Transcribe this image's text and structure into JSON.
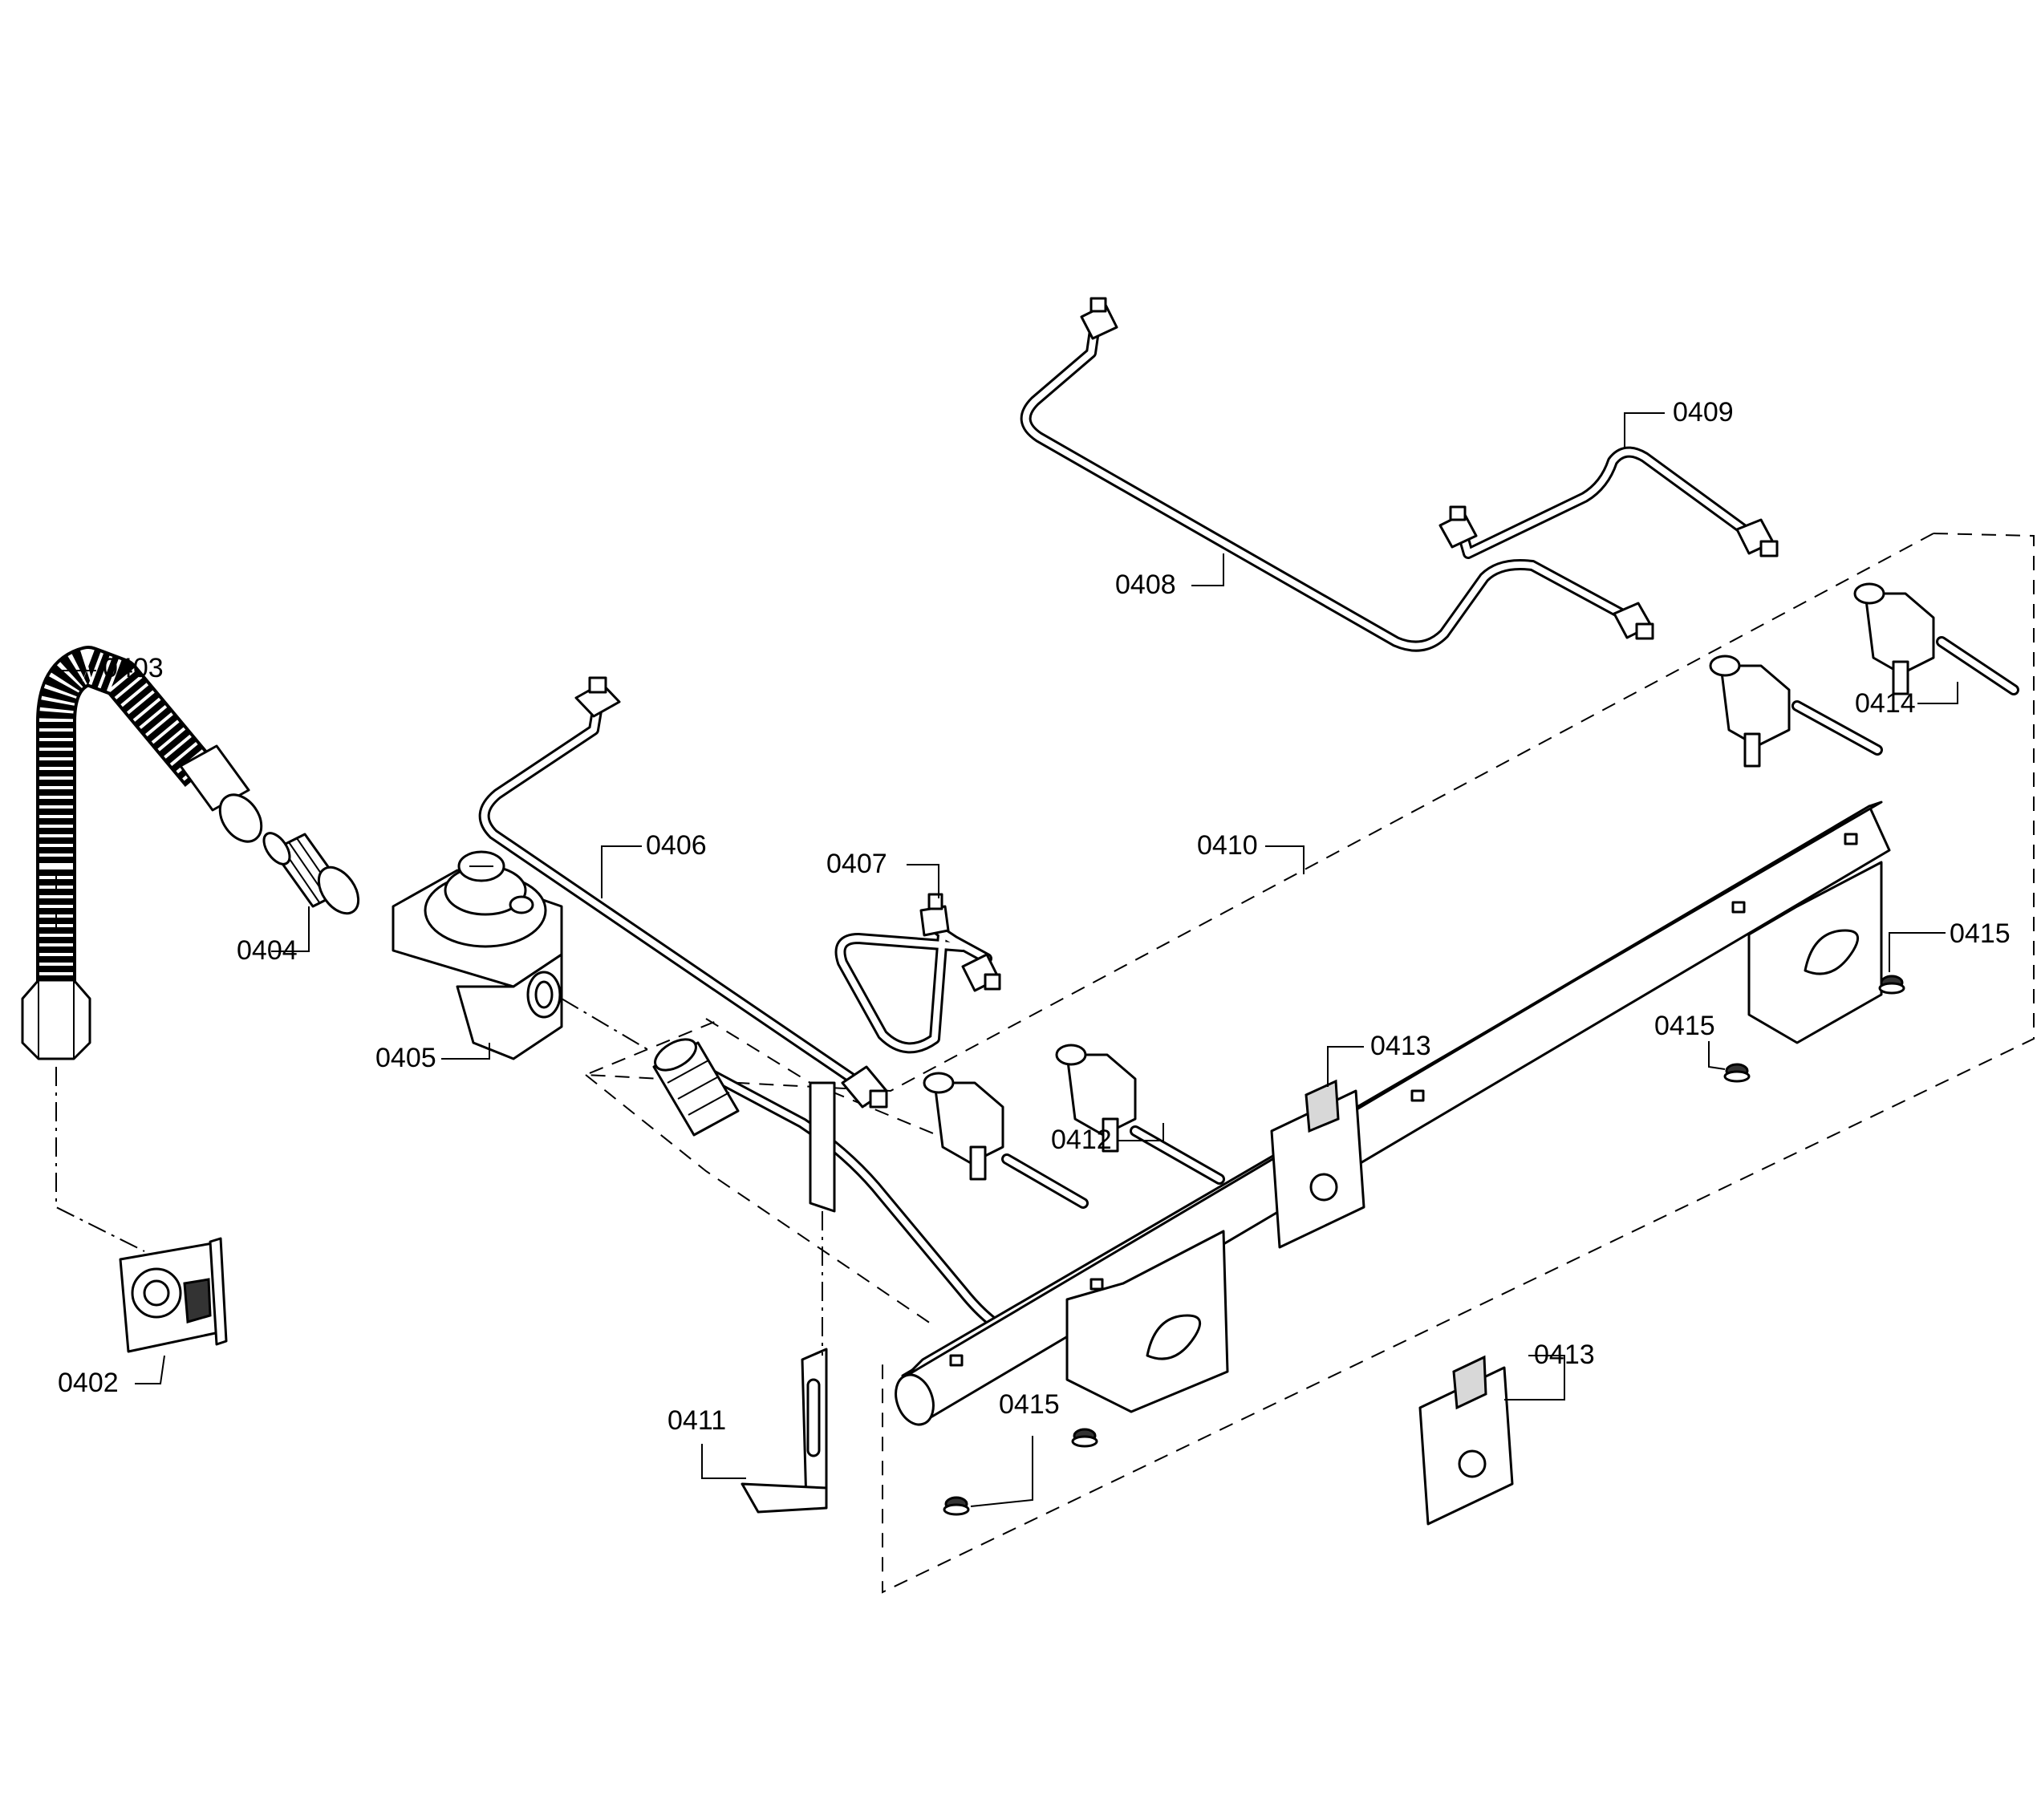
{
  "callouts": {
    "p0402": "0402",
    "p0403": "0403",
    "p0404": "0404",
    "p0405": "0405",
    "p0406": "0406",
    "p0407": "0407",
    "p0408": "0408",
    "p0409": "0409",
    "p0410": "0410",
    "p0411": "0411",
    "p0412": "0412",
    "p0413a": "0413",
    "p0413b": "0413",
    "p0414": "0414",
    "p0415a": "0415",
    "p0415b": "0415",
    "p0415c": "0415"
  }
}
